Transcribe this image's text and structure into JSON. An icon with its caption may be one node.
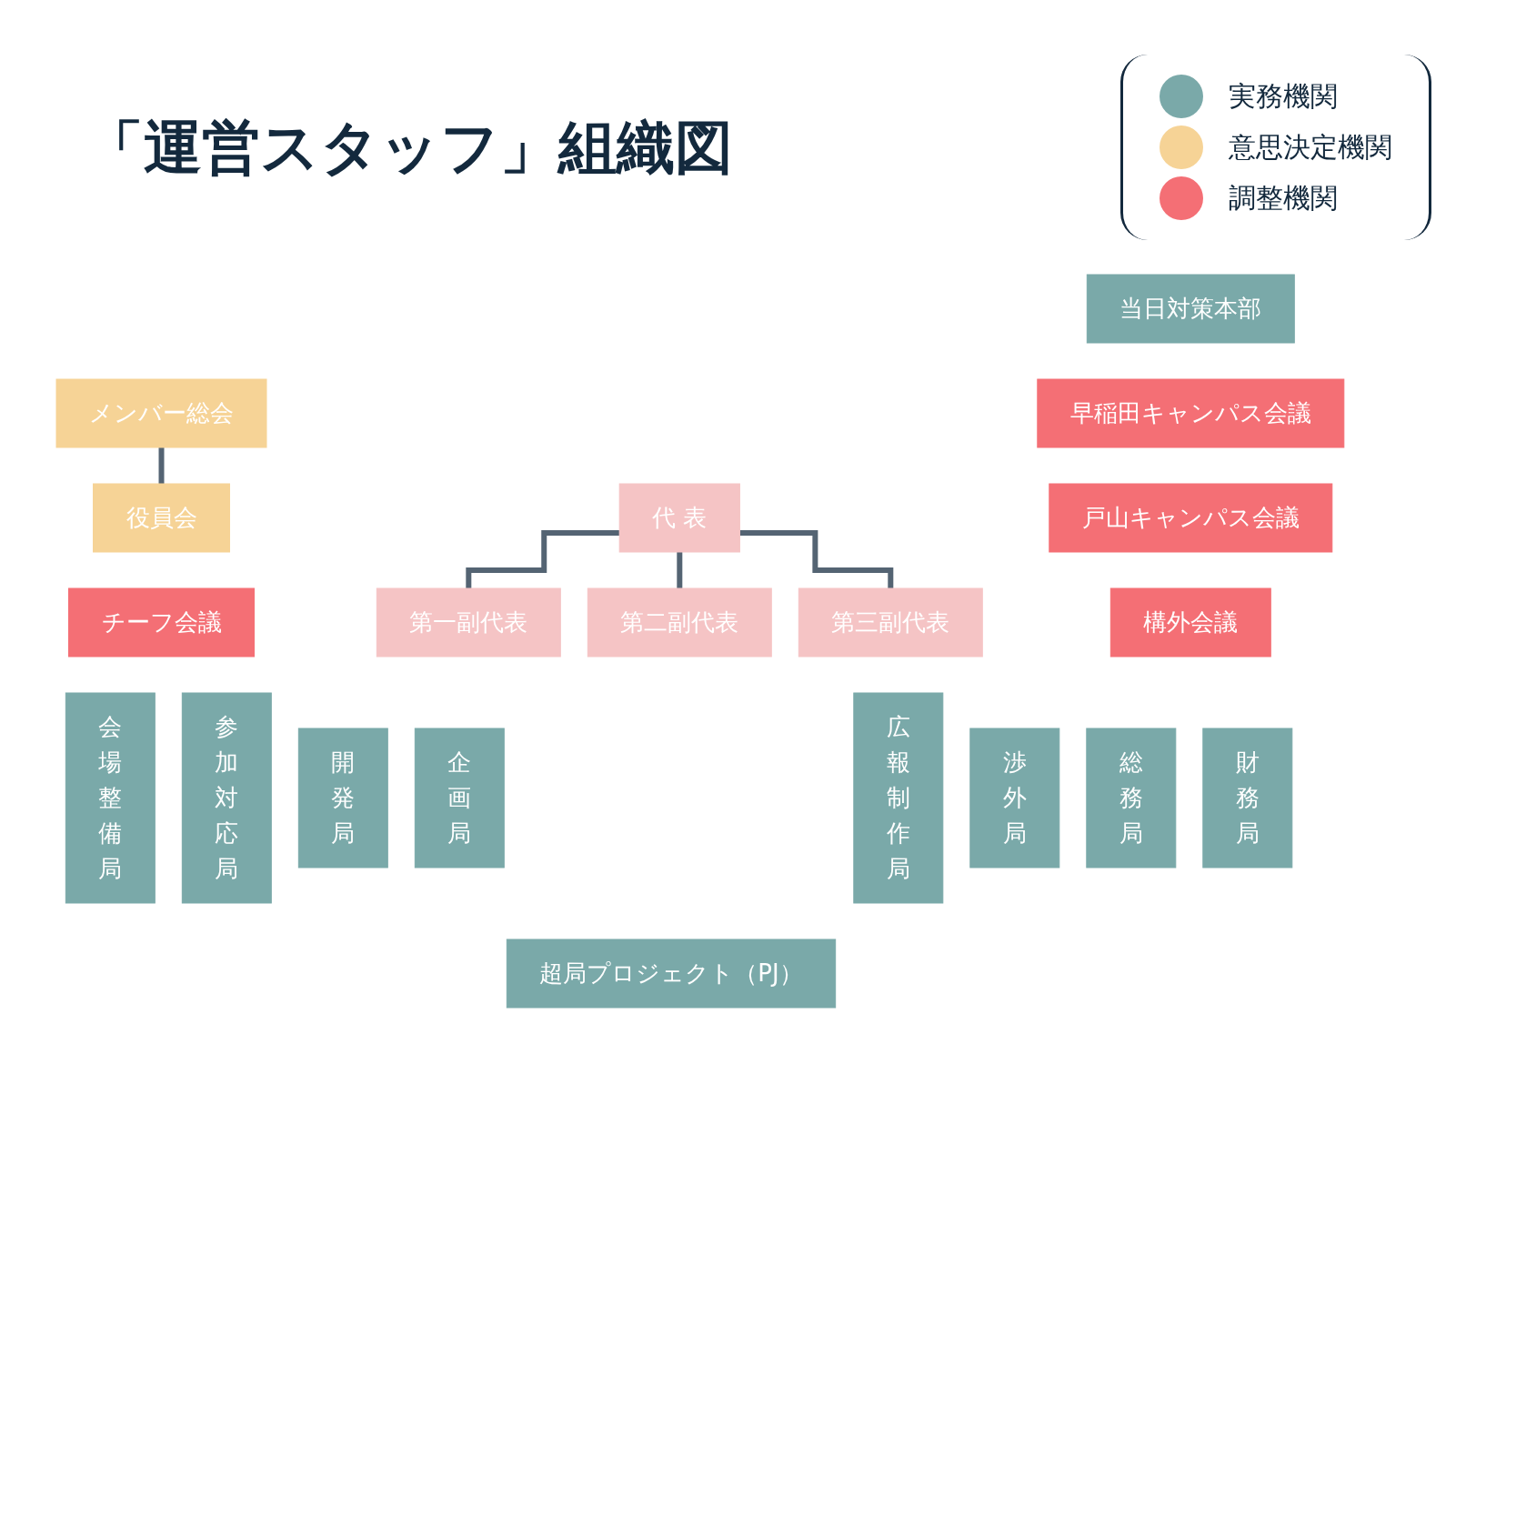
{
  "diagram": {
    "title": "「運営スタッフ」組織図",
    "nodes": [
      {
        "text": [
          "メンバー総会"
        ]
      },
      {
        "text": [
          "役員会"
        ]
      },
      {
        "text": [
          "チーフ会議"
        ]
      },
      {
        "text": [
          "代 表"
        ]
      },
      {
        "text": [
          "第一副代表"
        ]
      },
      {
        "text": [
          "第二副代表"
        ]
      },
      {
        "text": [
          "第三副代表"
        ]
      },
      {
        "text": [
          "当日対策本部"
        ]
      },
      {
        "text": [
          "早稲田キャンパス会議"
        ]
      },
      {
        "text": [
          "戸山キャンパス会議"
        ]
      },
      {
        "text": [
          "構外会議"
        ]
      },
      {
        "text": [
          "会場整備局"
        ]
      },
      {
        "text": [
          "参加対応局"
        ]
      },
      {
        "text": [
          "開発局"
        ]
      },
      {
        "text": [
          "企画局"
        ]
      },
      {
        "text": [
          "広報制作局"
        ]
      },
      {
        "text": [
          "渉外局"
        ]
      },
      {
        "text": [
          "総務局"
        ]
      },
      {
        "text": [
          "財務局"
        ]
      },
      {
        "text": [
          "超局プロジェクト（PJ）"
        ]
      }
    ],
    "edges": [
      {
        "from": 0,
        "to": 1,
        "arrow": "none"
      },
      {
        "from": 3,
        "to": 4,
        "arrow": "none"
      },
      {
        "from": 3,
        "to": 5,
        "arrow": "none"
      },
      {
        "from": 3,
        "to": 6,
        "arrow": "none"
      }
    ],
    "legend": [
      {
        "text": "実務機関",
        "color": "#7aa9a9"
      },
      {
        "text": "意思決定機関",
        "color": "#f6d396"
      },
      {
        "text": "調整機関",
        "color": "#f46f75"
      }
    ]
  }
}
